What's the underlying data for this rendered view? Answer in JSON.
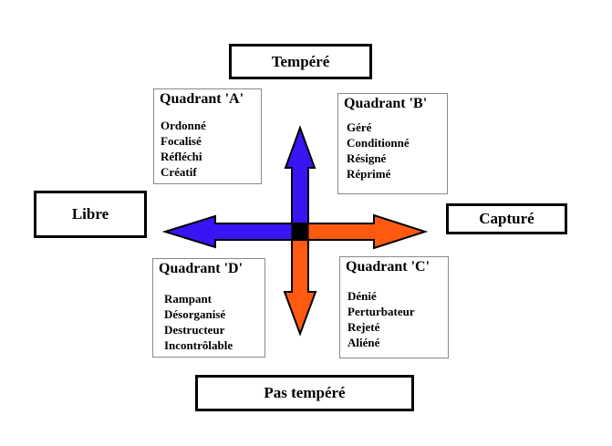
{
  "axes": {
    "top": "Tempéré",
    "bottom": "Pas tempéré",
    "left": "Libre",
    "right": "Capturé"
  },
  "quadrants": {
    "a": {
      "title": "Quadrant 'A'",
      "items": [
        "Ordonné",
        "Focalisé",
        "Réfléchi",
        "Créatif"
      ]
    },
    "b": {
      "title": "Quadrant 'B'",
      "items": [
        "Géré",
        "Conditionné",
        "Résigné",
        "Réprimé"
      ]
    },
    "c": {
      "title": "Quadrant 'C'",
      "items": [
        "Dénié",
        "Perturbateur",
        "Rejeté",
        "Aliéné"
      ]
    },
    "d": {
      "title": "Quadrant 'D'",
      "items": [
        "Rampant",
        "Désorganisé",
        "Destructeur",
        "Incontrôlable"
      ]
    }
  },
  "colors": {
    "blue": "#3a14f5",
    "orange": "#ff5a10",
    "center": "#000000"
  }
}
